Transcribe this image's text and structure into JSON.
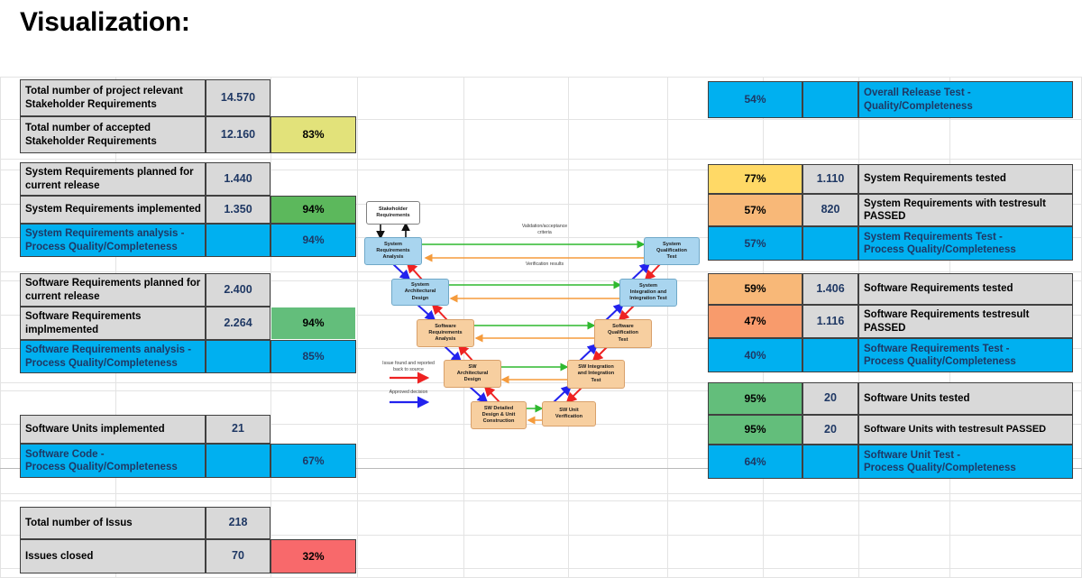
{
  "page": {
    "title": "Visualization:"
  },
  "colors": {
    "blue": "#00b0f0",
    "green": "#5cb85c",
    "green_light": "#63be7b",
    "yellow_olive": "#e2e27a",
    "yellow": "#ffd966",
    "orange": "#f8b878",
    "orange_dark": "#f89b6c",
    "red": "#f8696b",
    "grey": "#d9d9d9",
    "value_text": "#1f3864"
  },
  "left_table": {
    "groups": [
      {
        "name": "stakeholder-requirements",
        "rows": [
          {
            "label": "Total number of project relevant\nStakeholder Requirements",
            "value": "14.570",
            "percent": "",
            "label_style": "grey",
            "value_style": "grey",
            "percent_style": "none"
          },
          {
            "label": "Total number of accepted\nStakeholder Requirements",
            "value": "12.160",
            "percent": "83%",
            "label_style": "grey",
            "value_style": "grey",
            "percent_style": "yellow_olive"
          }
        ]
      },
      {
        "name": "system-requirements",
        "rows": [
          {
            "label": "System Requirements planned for\ncurrent release",
            "value": "1.440",
            "percent": "",
            "label_style": "grey",
            "value_style": "grey",
            "percent_style": "none"
          },
          {
            "label": "System Requirements implemented",
            "value": "1.350",
            "percent": "94%",
            "label_style": "grey",
            "value_style": "grey",
            "percent_style": "green"
          },
          {
            "label": "System Requirements analysis -\nProcess Quality/Completeness",
            "value": "",
            "percent": "94%",
            "label_style": "blue",
            "value_style": "blue",
            "percent_style": "blue"
          }
        ]
      },
      {
        "name": "software-requirements",
        "rows": [
          {
            "label": "Software Requirements planned for\ncurrent release",
            "value": "2.400",
            "percent": "",
            "label_style": "grey",
            "value_style": "grey",
            "percent_style": "none"
          },
          {
            "label": "Software Requirements\nimplmemented",
            "value": "2.264",
            "percent": "94%",
            "label_style": "grey",
            "value_style": "grey",
            "percent_style": "green_light"
          },
          {
            "label": "Software Requirements analysis -\nProcess Quality/Completeness",
            "value": "",
            "percent": "85%",
            "label_style": "blue",
            "value_style": "blue",
            "percent_style": "blue"
          }
        ]
      },
      {
        "name": "software-units",
        "rows": [
          {
            "label": "Software Units implemented",
            "value": "21",
            "percent": "",
            "label_style": "grey",
            "value_style": "grey",
            "percent_style": "none"
          },
          {
            "label": "Software Code -\nProcess Quality/Completeness",
            "value": "",
            "percent": "67%",
            "label_style": "blue",
            "value_style": "blue",
            "percent_style": "blue"
          }
        ]
      },
      {
        "name": "issues",
        "rows": [
          {
            "label": "Total number of Issus",
            "value": "218",
            "percent": "",
            "label_style": "grey",
            "value_style": "grey",
            "percent_style": "none"
          },
          {
            "label": "Issues closed",
            "value": "70",
            "percent": "32%",
            "label_style": "grey",
            "value_style": "grey",
            "percent_style": "red"
          }
        ]
      }
    ]
  },
  "right_table": {
    "groups": [
      {
        "name": "overall-release",
        "rows": [
          {
            "percent": "54%",
            "value": "",
            "label": "Overall Release Test -\nQuality/Completeness",
            "percent_style": "blue",
            "value_style": "blue",
            "label_style": "blue"
          }
        ]
      },
      {
        "name": "system-requirements-test",
        "rows": [
          {
            "percent": "77%",
            "value": "1.110",
            "label": "System Requirements tested",
            "percent_style": "yellow",
            "value_style": "grey",
            "label_style": "grey"
          },
          {
            "percent": "57%",
            "value": "820",
            "label": "System Requirements with testresult\nPASSED",
            "percent_style": "orange",
            "value_style": "grey",
            "label_style": "grey"
          },
          {
            "percent": "57%",
            "value": "",
            "label": "System Requirements Test -\nProcess Quality/Completeness",
            "percent_style": "blue",
            "value_style": "blue",
            "label_style": "blue"
          }
        ]
      },
      {
        "name": "software-requirements-test",
        "rows": [
          {
            "percent": "59%",
            "value": "1.406",
            "label": "Software Requirements tested",
            "percent_style": "orange",
            "value_style": "grey",
            "label_style": "grey"
          },
          {
            "percent": "47%",
            "value": "1.116",
            "label": "Software Requirements testresult\nPASSED",
            "percent_style": "orange_dark",
            "value_style": "grey",
            "label_style": "grey"
          },
          {
            "percent": "40%",
            "value": "",
            "label": "Software Requirements Test -\nProcess Quality/Completeness",
            "percent_style": "blue",
            "value_style": "blue",
            "label_style": "blue"
          }
        ]
      },
      {
        "name": "software-unit-test",
        "rows": [
          {
            "percent": "95%",
            "value": "20",
            "label": "Software Units tested",
            "percent_style": "green_light",
            "value_style": "grey",
            "label_style": "grey"
          },
          {
            "percent": "95%",
            "value": "20",
            "label": "Software Units with testresult PASSED",
            "percent_style": "green_light",
            "value_style": "grey",
            "label_style": "grey"
          },
          {
            "percent": "64%",
            "value": "",
            "label": "Software Unit Test -\nProcess Quality/Completeness",
            "percent_style": "blue",
            "value_style": "blue",
            "label_style": "blue"
          }
        ]
      }
    ]
  },
  "vmodel": {
    "boxes": [
      {
        "id": "stakeholder-requirements",
        "text": "Stakeholder\nRequirements",
        "style": "white"
      },
      {
        "id": "system-requirements-analysis",
        "text": "System\nRequirements\nAnalysis",
        "style": "blue"
      },
      {
        "id": "system-architectural-design",
        "text": "System\nArchitectural\nDesign",
        "style": "blue"
      },
      {
        "id": "software-requirements-analysis",
        "text": "Software\nRequirements\nAnalysis",
        "style": "tan"
      },
      {
        "id": "sw-architectural-design",
        "text": "SW\nArchitectural\nDesign",
        "style": "tan"
      },
      {
        "id": "sw-detailed-design",
        "text": "SW Detailed\nDesign & Unit\nConstruction",
        "style": "tan"
      },
      {
        "id": "sw-unit-verification",
        "text": "SW Unit\nVerification",
        "style": "tan"
      },
      {
        "id": "sw-integration-test",
        "text": "SW Integration\nand Integration\nTest",
        "style": "tan"
      },
      {
        "id": "software-qualification-test",
        "text": "Software\nQualification\nTest",
        "style": "tan"
      },
      {
        "id": "system-integration-test",
        "text": "System\nIntegration and\nIntegration Test",
        "style": "blue"
      },
      {
        "id": "system-qualification-test",
        "text": "System\nQualification\nTest",
        "style": "blue"
      }
    ],
    "annotations": {
      "validation_criteria": "Validation/acceptance\ncriteria",
      "verification_results": "Verification results",
      "legend_issue": "Issue found and reported\nback to source",
      "legend_approved": "Approved decision"
    }
  }
}
